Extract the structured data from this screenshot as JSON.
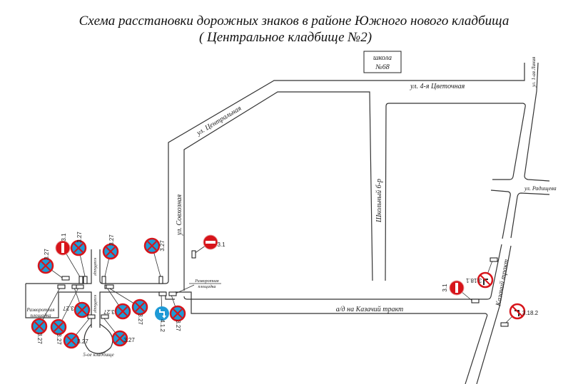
{
  "title": {
    "line1": "Схема расстановки дорожных знаков в районе Южного нового кладбища",
    "line2": "( Центральное кладбище №2)"
  },
  "school": {
    "line1": "школа",
    "line2": "№68"
  },
  "streets": {
    "central": "ул. Центральная",
    "sovkhoznaya": "ул. Совхозная",
    "shkolny": "Школьный б-р",
    "tsvetochnaya": "ул. 4-я Цветочная",
    "liniya": "ул. 1-ая Линия",
    "radishcheva": "ул. Радищева",
    "kazachiy": "Казачий тракт",
    "highway": "а/д на Казачий тракт",
    "cemetery_road_1": "кладбище",
    "cemetery_road_2": "кладбище",
    "cemetery_5": "5-ое кладбище"
  },
  "turnarounds": {
    "right": {
      "line1": "Разворотная",
      "line2": "площадка"
    },
    "left": {
      "line1": "Разворотная",
      "line2": "площадка"
    }
  },
  "colors": {
    "prohibit_red": "#d7141a",
    "sign_blue": "#1e9ad6"
  },
  "signs": [
    {
      "code": "3.1",
      "type": "no-entry"
    },
    {
      "code": "3.27",
      "type": "no-stopping"
    },
    {
      "code": "3.27",
      "type": "no-stopping"
    },
    {
      "code": "3.27",
      "type": "no-stopping"
    },
    {
      "code": "3.27",
      "type": "no-stopping"
    },
    {
      "code": "3.1",
      "type": "no-entry"
    },
    {
      "code": "3.27",
      "type": "no-stopping"
    },
    {
      "code": "3.27",
      "type": "no-stopping"
    },
    {
      "code": "3.27",
      "type": "no-stopping"
    },
    {
      "code": "3.27",
      "type": "no-stopping"
    },
    {
      "code": "3.27",
      "type": "no-stopping"
    },
    {
      "code": "3.27",
      "type": "no-stopping"
    },
    {
      "code": "3.27",
      "type": "no-stopping"
    },
    {
      "code": "4.1.2",
      "type": "turn-right-mandatory"
    },
    {
      "code": "3.27",
      "type": "no-stopping"
    },
    {
      "code": "3.1",
      "type": "no-entry"
    },
    {
      "code": "3.18.1",
      "type": "no-right-turn"
    },
    {
      "code": "3.18.2",
      "type": "no-left-turn"
    }
  ]
}
